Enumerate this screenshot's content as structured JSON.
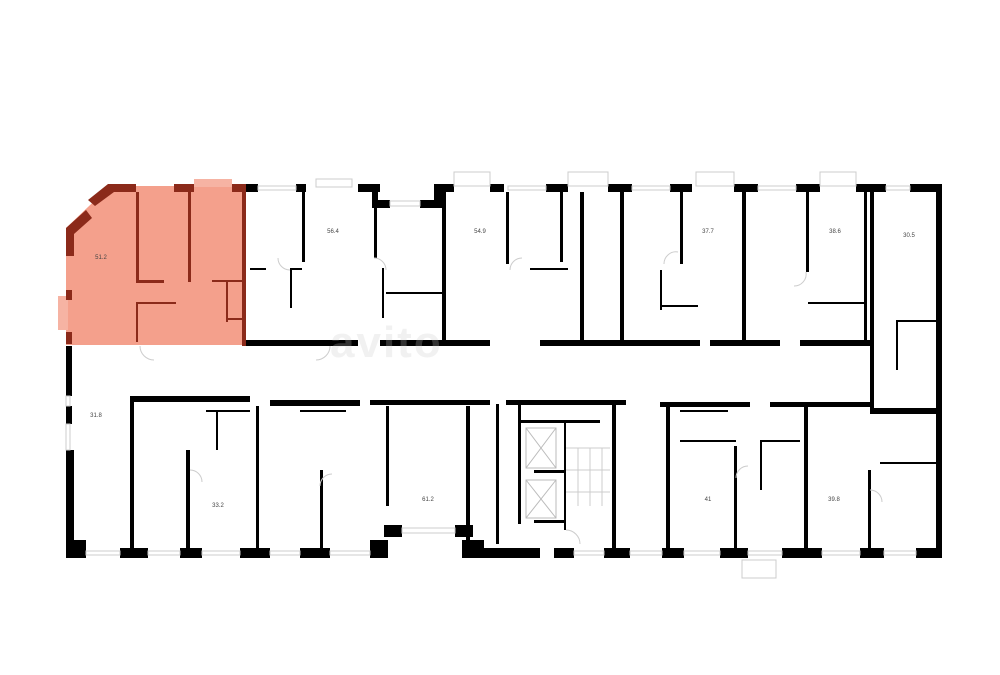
{
  "floor_plan": {
    "highlight_color": "#f4a08c",
    "highlight_wall_color": "#8b2a1a",
    "wall_color": "#000000",
    "watermark": "avito",
    "units": [
      {
        "id": "u1",
        "area": "51.2",
        "selected": true
      },
      {
        "id": "u2",
        "area": "56.4",
        "selected": false
      },
      {
        "id": "u3",
        "area": "54.9",
        "selected": false
      },
      {
        "id": "u4",
        "area": "37.7",
        "selected": false
      },
      {
        "id": "u5",
        "area": "38.6",
        "selected": false
      },
      {
        "id": "u6",
        "area": "30.5",
        "selected": false
      },
      {
        "id": "u7",
        "area": "31.8",
        "selected": false
      },
      {
        "id": "u8",
        "area": "33.2",
        "selected": false
      },
      {
        "id": "u9",
        "area": "61.2",
        "selected": false
      },
      {
        "id": "u10",
        "area": "41",
        "selected": false
      },
      {
        "id": "u11",
        "area": "39.8",
        "selected": false
      }
    ],
    "core": {
      "elevators": 2,
      "stairs": 1
    }
  }
}
